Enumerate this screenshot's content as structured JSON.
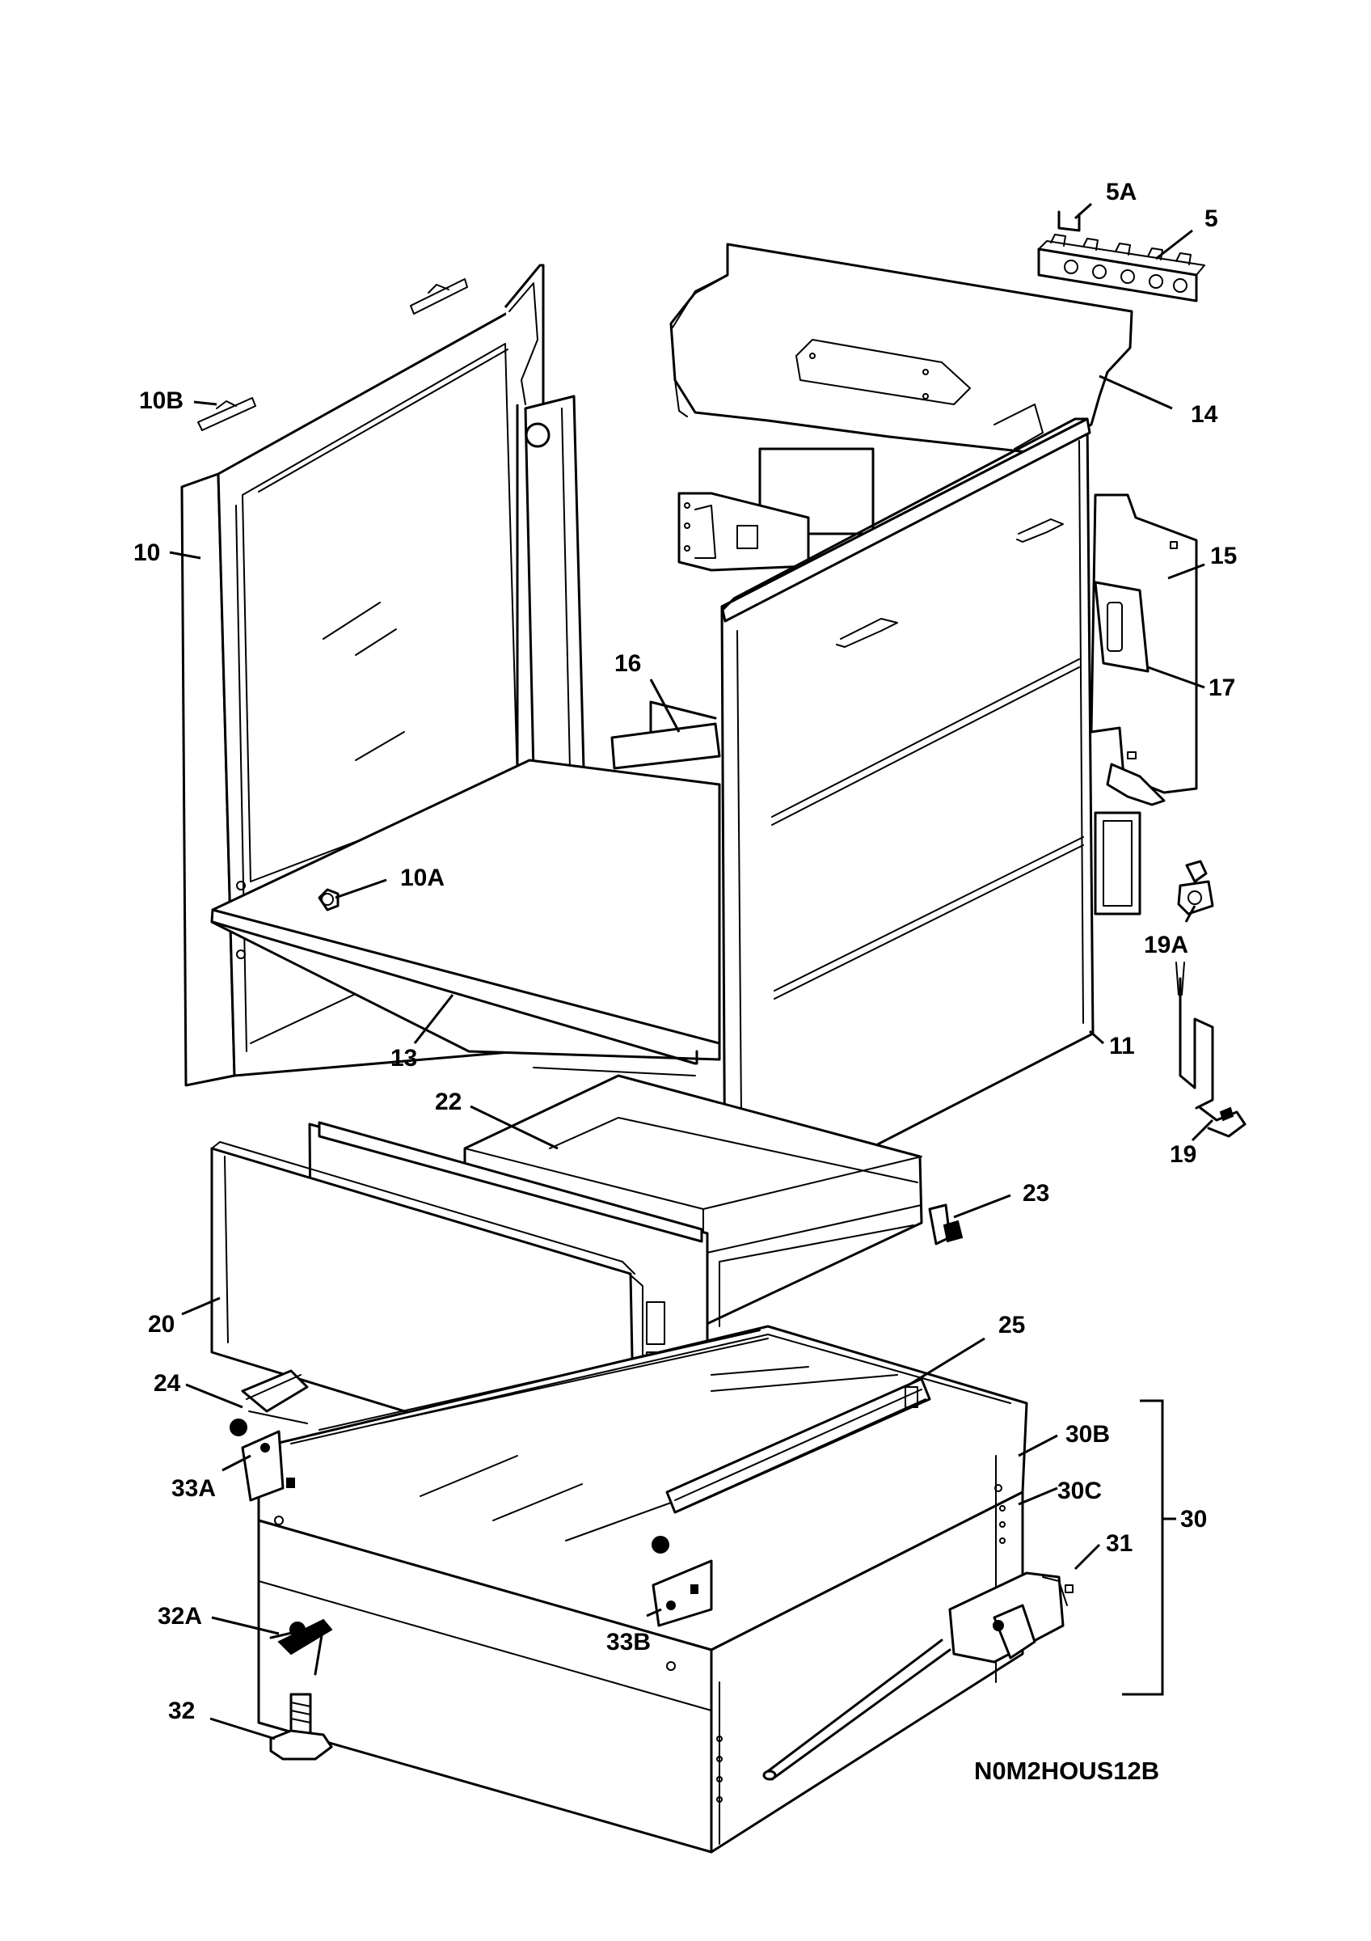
{
  "diagram_code": "N0M2HOUS12B",
  "labels": {
    "p5A": "5A",
    "p5": "5",
    "p10B": "10B",
    "p14": "14",
    "p10": "10",
    "p15": "15",
    "p16": "16",
    "p17": "17",
    "p10A": "10A",
    "p19A": "19A",
    "p13": "13",
    "p11": "11",
    "p22": "22",
    "p19": "19",
    "p23": "23",
    "p20": "20",
    "p25": "25",
    "p24": "24",
    "p30B": "30B",
    "p33A": "33A",
    "p30C": "30C",
    "p30": "30",
    "p31": "31",
    "p32A": "32A",
    "p33B": "33B",
    "p32": "32"
  }
}
